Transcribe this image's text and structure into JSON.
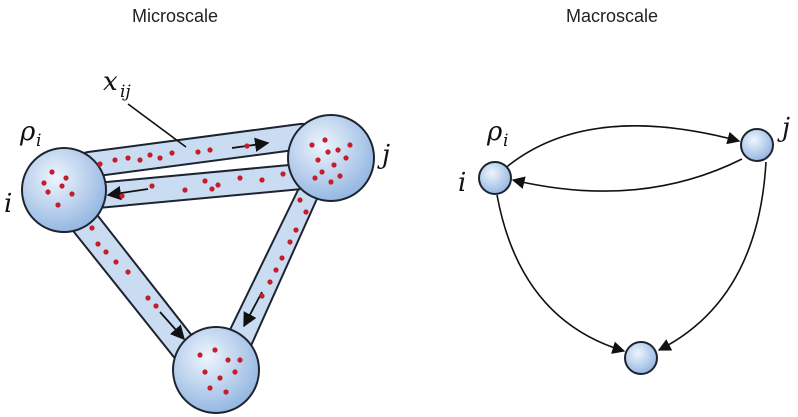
{
  "panels": {
    "micro": {
      "title": "Microscale",
      "node_i_label": "i",
      "node_j_label": "j",
      "density_label": {
        "base": "ρ",
        "sub": "i"
      },
      "flow_label": {
        "base": "x",
        "sub": "ij"
      }
    },
    "macro": {
      "title": "Macroscale",
      "node_i_label": "i",
      "node_j_label": "j",
      "density_label": {
        "base": "ρ",
        "sub": "i"
      }
    }
  },
  "colors": {
    "node_fill_center": "#e8f1fb",
    "node_fill_edge": "#8fb3e0",
    "tube_fill": "#c9dcf2",
    "particle": "#c41e2c",
    "stroke": "#1d2430"
  }
}
